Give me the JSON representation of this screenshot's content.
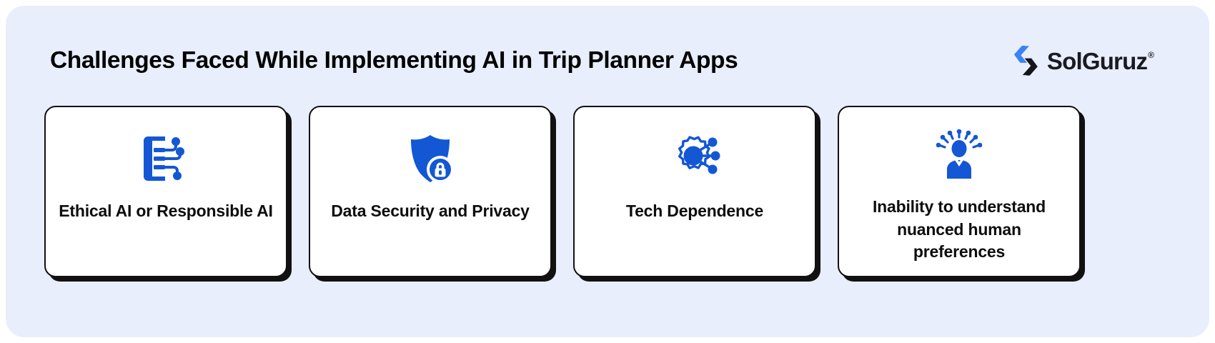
{
  "header": {
    "title": "Challenges Faced While Implementing AI in Trip Planner Apps",
    "logo": {
      "name": "SolGuruz",
      "registered_mark": "®",
      "mark_blue": "#3b82f6",
      "mark_dark": "#14141c"
    }
  },
  "theme": {
    "panel_background": "#e8eefc",
    "card_background": "#ffffff",
    "card_border": "#111111",
    "icon_blue": "#1357d4",
    "text": "#0d0d0d"
  },
  "cards": [
    {
      "icon": "ethical-ai-document-icon",
      "label": "Ethical AI or Responsible AI"
    },
    {
      "icon": "shield-lock-icon",
      "label": "Data Security and Privacy"
    },
    {
      "icon": "gear-network-icon",
      "label": "Tech Dependence"
    },
    {
      "icon": "thinking-person-icon",
      "label": "Inability to understand nuanced human preferences"
    }
  ]
}
